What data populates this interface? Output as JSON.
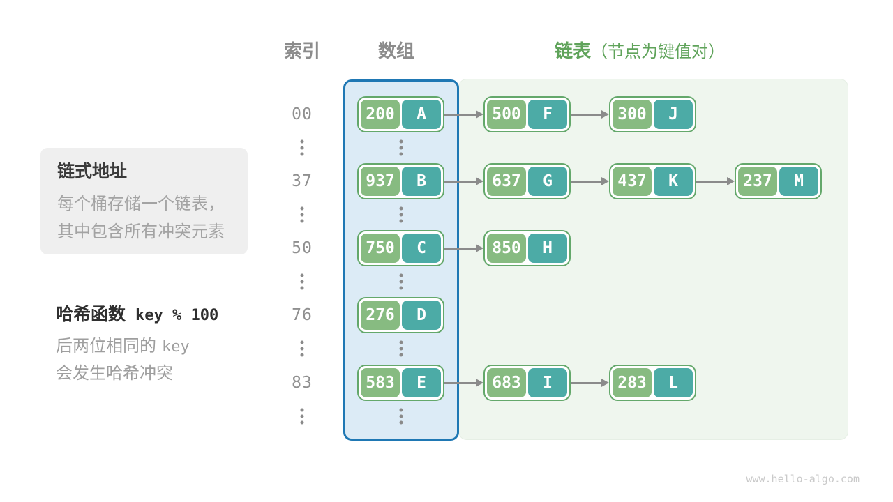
{
  "header": {
    "index_label": "索引",
    "array_label": "数组",
    "list_label": "链表",
    "list_note": "（节点为键值对）"
  },
  "info_box": {
    "title": "链式地址",
    "line1": "每个桶存储一个链表，",
    "line2": "其中包含所有冲突元素"
  },
  "hash_note": {
    "label": "哈希函数",
    "formula": "key % 100",
    "line1_text": "后两位相同的",
    "line1_code": "key",
    "line2": "会发生哈希冲突"
  },
  "rows": [
    {
      "index": "00",
      "bucket": {
        "key": "200",
        "value": "A"
      },
      "chain": [
        {
          "key": "500",
          "value": "F"
        },
        {
          "key": "300",
          "value": "J"
        }
      ]
    },
    {
      "index": "37",
      "bucket": {
        "key": "937",
        "value": "B"
      },
      "chain": [
        {
          "key": "637",
          "value": "G"
        },
        {
          "key": "437",
          "value": "K"
        },
        {
          "key": "237",
          "value": "M"
        }
      ]
    },
    {
      "index": "50",
      "bucket": {
        "key": "750",
        "value": "C"
      },
      "chain": [
        {
          "key": "850",
          "value": "H"
        }
      ]
    },
    {
      "index": "76",
      "bucket": {
        "key": "276",
        "value": "D"
      },
      "chain": []
    },
    {
      "index": "83",
      "bucket": {
        "key": "583",
        "value": "E"
      },
      "chain": [
        {
          "key": "683",
          "value": "I"
        },
        {
          "key": "283",
          "value": "L"
        }
      ]
    }
  ],
  "watermark": "www.hello-algo.com",
  "colors": {
    "accent_green": "#5fa35a",
    "node_key_bg": "#87bb81",
    "node_value_bg": "#4caba6",
    "node_border": "#64a86b",
    "array_box_border": "#1f78b4",
    "array_box_bg": "#dcebf6",
    "list_bg": "#eff6ee",
    "arrow_gray": "#8b8b8b"
  }
}
